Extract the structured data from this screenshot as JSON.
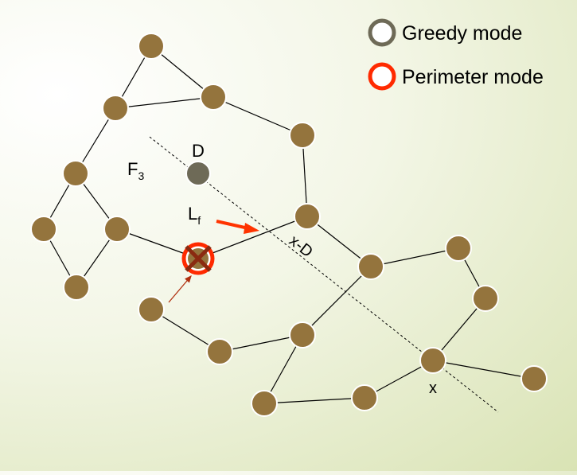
{
  "legend": {
    "greedy_label": "Greedy mode",
    "perimeter_label": "Perimeter mode"
  },
  "labels": {
    "destination": "D",
    "face_main": "F",
    "face_sub": "3",
    "edge_main": "L",
    "edge_sub": "f",
    "line_label": "x-D",
    "source": "x"
  },
  "colors": {
    "node_fill": "#94743d",
    "node_stroke": "#ffffff",
    "destination_fill": "#6e6a57",
    "perimeter_ring": "#ff2a00",
    "cross": "#8a2a10",
    "arrow": "#ff3300",
    "edge": "#000000"
  }
}
